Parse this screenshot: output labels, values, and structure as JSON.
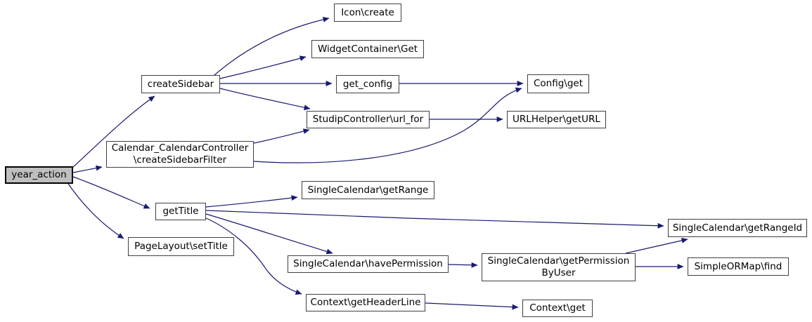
{
  "diagram": {
    "type": "call-graph",
    "root": "year_action",
    "colors": {
      "edge": "#191970",
      "node_border": "#404040",
      "node_fill": "#ffffff",
      "root_fill": "#bfbfbf",
      "root_border": "#000000",
      "text": "#000000",
      "background": "#ffffff"
    },
    "nodes": [
      {
        "id": "year_action",
        "label": "year_action",
        "highlighted": true
      },
      {
        "id": "createSidebar",
        "label": "createSidebar"
      },
      {
        "id": "createSidebarFilter",
        "label": "Calendar_CalendarController\n\\createSidebarFilter"
      },
      {
        "id": "getTitle",
        "label": "getTitle"
      },
      {
        "id": "setTitle",
        "label": "PageLayout\\setTitle"
      },
      {
        "id": "iconCreate",
        "label": "Icon\\create"
      },
      {
        "id": "widgetContainerGet",
        "label": "WidgetContainer\\Get"
      },
      {
        "id": "getConfig",
        "label": "get_config"
      },
      {
        "id": "urlFor",
        "label": "StudipController\\url_for"
      },
      {
        "id": "configGet",
        "label": "Config\\get"
      },
      {
        "id": "getURL",
        "label": "URLHelper\\getURL"
      },
      {
        "id": "getRange",
        "label": "SingleCalendar\\getRange"
      },
      {
        "id": "getRangeId",
        "label": "SingleCalendar\\getRangeId"
      },
      {
        "id": "havePermission",
        "label": "SingleCalendar\\havePermission"
      },
      {
        "id": "getPermissionByUser",
        "label": "SingleCalendar\\getPermission\nByUser"
      },
      {
        "id": "find",
        "label": "SimpleORMap\\find"
      },
      {
        "id": "getHeaderLine",
        "label": "Context\\getHeaderLine"
      },
      {
        "id": "contextGet",
        "label": "Context\\get"
      }
    ],
    "edges": [
      {
        "from": "year_action",
        "to": "createSidebar"
      },
      {
        "from": "year_action",
        "to": "createSidebarFilter"
      },
      {
        "from": "year_action",
        "to": "getTitle"
      },
      {
        "from": "year_action",
        "to": "setTitle"
      },
      {
        "from": "createSidebar",
        "to": "iconCreate"
      },
      {
        "from": "createSidebar",
        "to": "widgetContainerGet"
      },
      {
        "from": "createSidebar",
        "to": "getConfig"
      },
      {
        "from": "createSidebar",
        "to": "urlFor"
      },
      {
        "from": "createSidebarFilter",
        "to": "urlFor"
      },
      {
        "from": "createSidebarFilter",
        "to": "configGet"
      },
      {
        "from": "getConfig",
        "to": "configGet"
      },
      {
        "from": "urlFor",
        "to": "getURL"
      },
      {
        "from": "getTitle",
        "to": "getRange"
      },
      {
        "from": "getTitle",
        "to": "getRangeId"
      },
      {
        "from": "getTitle",
        "to": "havePermission"
      },
      {
        "from": "getTitle",
        "to": "getHeaderLine"
      },
      {
        "from": "havePermission",
        "to": "getPermissionByUser"
      },
      {
        "from": "getPermissionByUser",
        "to": "getRangeId"
      },
      {
        "from": "getPermissionByUser",
        "to": "find"
      },
      {
        "from": "getHeaderLine",
        "to": "contextGet"
      }
    ]
  }
}
